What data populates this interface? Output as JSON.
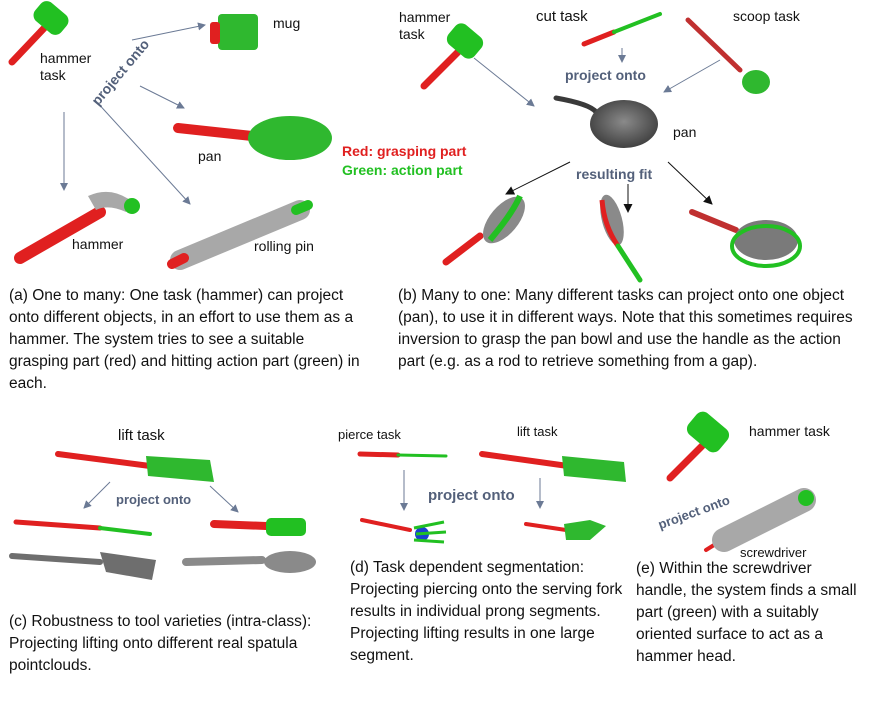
{
  "panel_a": {
    "labels": {
      "hammer_task": "hammer\ntask",
      "mug": "mug",
      "pan": "pan",
      "hammer": "hammer",
      "rolling_pin": "rolling pin",
      "project_onto": "project onto"
    },
    "caption": "(a) One to many: One task (hammer) can project onto different objects, in an effort to use them as a hammer. The system tries to see a suitable grasping part (red) and hitting action part (green) in each."
  },
  "legend": {
    "red": "Red: grasping part",
    "green": "Green: action part"
  },
  "panel_b": {
    "labels": {
      "hammer_task": "hammer\ntask",
      "cut_task": "cut task",
      "scoop_task": "scoop task",
      "project_onto": "project onto",
      "pan": "pan",
      "resulting_fit": "resulting fit"
    },
    "caption": "(b) Many to one: Many different tasks can project onto one object (pan), to use it in different ways. Note that this sometimes requires inversion to grasp the pan bowl and use the handle as the action part (e.g. as a rod to retrieve something from a gap)."
  },
  "panel_c": {
    "labels": {
      "lift_task": "lift task",
      "project_onto": "project onto"
    },
    "caption": "(c) Robustness to tool varieties (intra-class): Projecting lifting onto different real spatula pointclouds."
  },
  "panel_d": {
    "labels": {
      "pierce_task": "pierce task",
      "lift_task": "lift task",
      "project_onto": "project onto"
    },
    "caption": "(d) Task dependent segmentation: Projecting piercing onto the serving fork results in individual prong segments. Projecting lifting results in one large segment."
  },
  "panel_e": {
    "labels": {
      "hammer_task": "hammer task",
      "project_onto": "project onto",
      "screwdriver": "screwdriver"
    },
    "caption": "(e) Within the screwdriver handle, the system finds a small part (green) with a suitably oriented surface to act as a hammer head."
  },
  "colors": {
    "grasp": "#e02020",
    "action": "#22c022",
    "object": "#9a9a9a",
    "arrow": "#6b7a95",
    "proj_text": "#53607a"
  }
}
